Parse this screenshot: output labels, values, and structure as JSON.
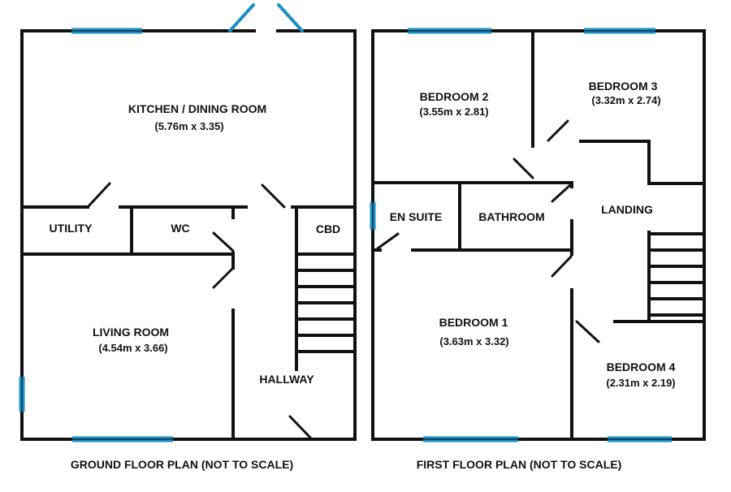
{
  "colors": {
    "wall": "#111111",
    "window": "#1a8fc4",
    "background": "#ffffff"
  },
  "ground_floor": {
    "caption": "GROUND FLOOR PLAN (NOT TO SCALE)",
    "rooms": {
      "kitchen": {
        "name": "KITCHEN / DINING ROOM",
        "size": "(5.76m x 3.35)"
      },
      "utility": {
        "name": "UTILITY"
      },
      "wc": {
        "name": "WC"
      },
      "cbd": {
        "name": "CBD"
      },
      "living": {
        "name": "LIVING ROOM",
        "size": "(4.54m x 3.66)"
      },
      "hallway": {
        "name": "HALLWAY"
      }
    }
  },
  "first_floor": {
    "caption": "FIRST FLOOR PLAN (NOT TO SCALE)",
    "rooms": {
      "bedroom2": {
        "name": "BEDROOM 2",
        "size": "(3.55m x 2.81)"
      },
      "bedroom3": {
        "name": "BEDROOM 3",
        "size": "(3.32m x 2.74)"
      },
      "ensuite": {
        "name": "EN SUITE"
      },
      "bathroom": {
        "name": "BATHROOM"
      },
      "landing": {
        "name": "LANDING"
      },
      "bedroom1": {
        "name": "BEDROOM 1",
        "size": "(3.63m x 3.32)"
      },
      "bedroom4": {
        "name": "BEDROOM 4",
        "size": "(2.31m x 2.19)"
      }
    }
  }
}
